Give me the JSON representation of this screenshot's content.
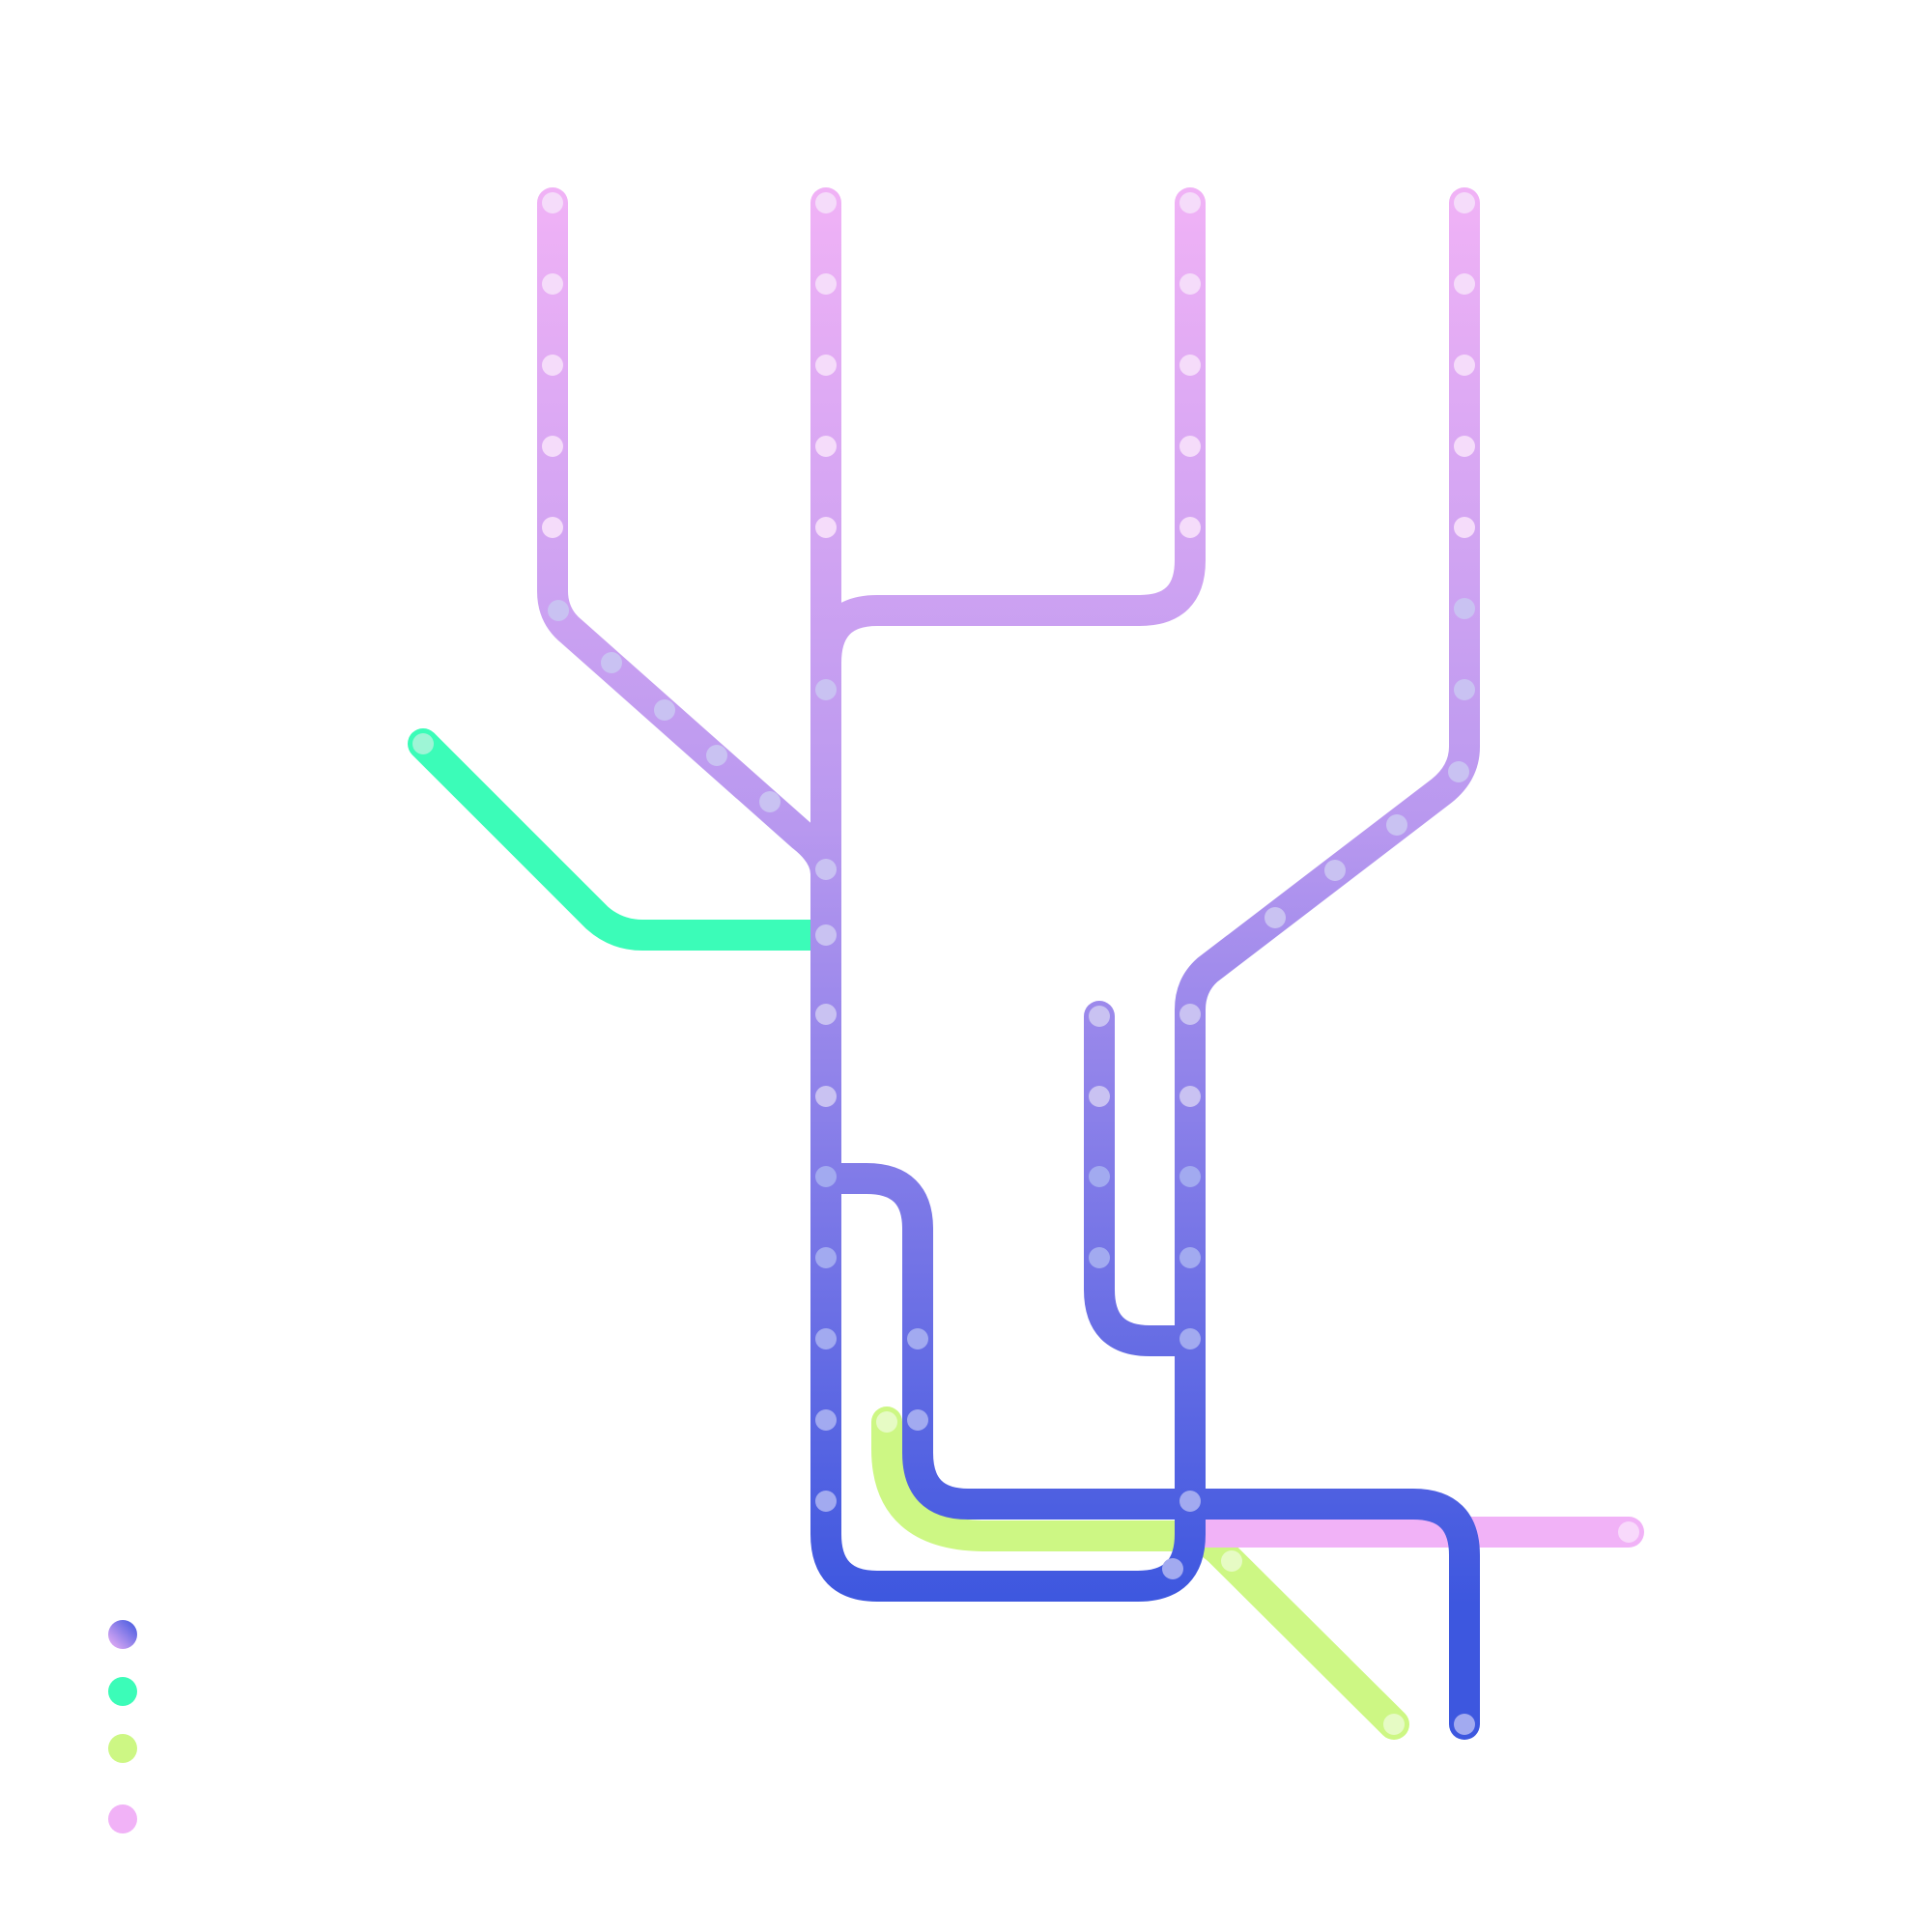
{
  "diagram": {
    "type": "transit-line-map",
    "lines": [
      {
        "id": "gradient-trunk",
        "color_top": "#f0b2f6",
        "color_bottom": "#3d57df",
        "label": ""
      },
      {
        "id": "teal-line",
        "color": "#3bfcb8",
        "label": ""
      },
      {
        "id": "lime-line",
        "color": "#cdf784",
        "label": ""
      },
      {
        "id": "pink-line",
        "color": "#f1b2f7",
        "label": ""
      }
    ],
    "station_fill_light": "#f5dcfa",
    "station_fill_mid": "#c9c2f2",
    "station_fill_dark": "#a2aaf0"
  },
  "legend": {
    "items": [
      {
        "line": "gradient-trunk",
        "label": ""
      },
      {
        "line": "teal-line",
        "label": ""
      },
      {
        "line": "lime-line",
        "label": ""
      },
      {
        "line": "pink-line",
        "label": ""
      }
    ]
  }
}
